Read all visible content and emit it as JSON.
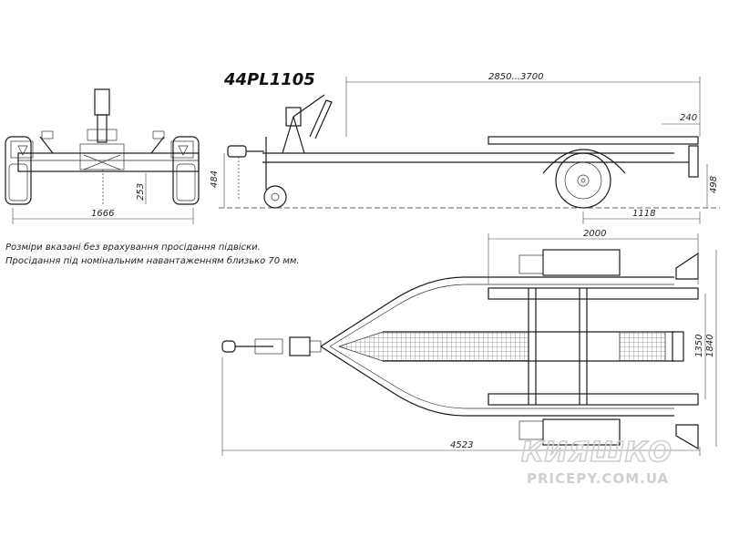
{
  "title": "44PL1105",
  "notes": [
    "Розміри вказані без врахування просідання підвіски.",
    "Просідання під номінальним навантаженням близько 70 мм."
  ],
  "dimensions": {
    "length_range": "2850...3700",
    "rear_overhang": "240",
    "width_front": "1666",
    "ground_clearance": "253",
    "hitch_height_front": "484",
    "hitch_height_side": "498",
    "axle_to_rear": "1118",
    "platform_length": "2000",
    "inner_width": "1350",
    "outer_width": "1840",
    "total_length": "4523"
  },
  "watermark": {
    "brand": "КИЯШКО",
    "site": "PRICEPY.COM.UA"
  }
}
